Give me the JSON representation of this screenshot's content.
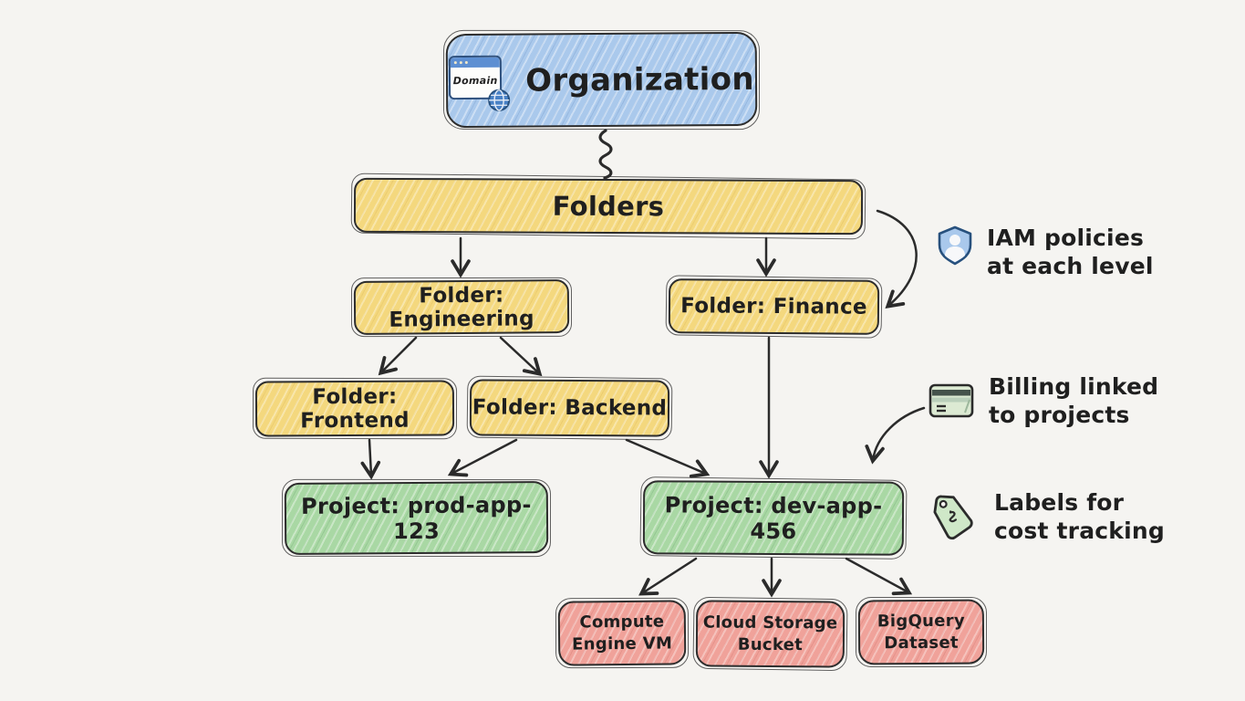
{
  "canvas": {
    "background": "#f5f4f1",
    "ink": "#2b2b2b",
    "colors": {
      "organization": "#aac9ec",
      "folder": "#f4d87e",
      "project": "#a9d8a4",
      "resource": "#f0a29a"
    }
  },
  "nodes": {
    "organization": {
      "label": "Organization",
      "icon": "domain-browser-icon",
      "icon_label": "Domain"
    },
    "folders": {
      "label": "Folders"
    },
    "folder_engineering": {
      "label": "Folder: Engineering"
    },
    "folder_finance": {
      "label": "Folder: Finance"
    },
    "folder_frontend": {
      "label": "Folder: Frontend"
    },
    "folder_backend": {
      "label": "Folder: Backend"
    },
    "project_prod": {
      "label": "Project: prod-app-123"
    },
    "project_dev": {
      "label": "Project: dev-app-456"
    },
    "compute_vm": {
      "line1": "Compute",
      "line2": "Engine VM"
    },
    "cloud_storage": {
      "line1": "Cloud Storage",
      "line2": "Bucket"
    },
    "bigquery": {
      "line1": "BigQuery",
      "line2": "Dataset"
    }
  },
  "annotations": {
    "iam": {
      "icon": "shield-user-icon",
      "line1": "IAM policies",
      "line2": "at each level"
    },
    "billing": {
      "icon": "credit-card-icon",
      "line1": "Billing linked",
      "line2": "to projects"
    },
    "labels": {
      "icon": "price-tag-icon",
      "line1": "Labels for",
      "line2": "cost tracking"
    }
  },
  "edges": [
    {
      "from": "organization",
      "to": "folders",
      "style": "squiggle"
    },
    {
      "from": "folders",
      "to": "folder_engineering",
      "style": "arrow"
    },
    {
      "from": "folders",
      "to": "folder_finance",
      "style": "arrow"
    },
    {
      "from": "folders",
      "to": "folder_finance",
      "style": "curved-arrow"
    },
    {
      "from": "folder_engineering",
      "to": "folder_frontend",
      "style": "arrow"
    },
    {
      "from": "folder_engineering",
      "to": "folder_backend",
      "style": "arrow"
    },
    {
      "from": "folder_frontend",
      "to": "project_prod",
      "style": "arrow"
    },
    {
      "from": "folder_backend",
      "to": "project_prod",
      "style": "arrow"
    },
    {
      "from": "folder_backend",
      "to": "project_dev",
      "style": "arrow"
    },
    {
      "from": "folder_finance",
      "to": "project_dev",
      "style": "arrow"
    },
    {
      "from": "project_dev",
      "to": "compute_vm",
      "style": "arrow"
    },
    {
      "from": "project_dev",
      "to": "cloud_storage",
      "style": "arrow"
    },
    {
      "from": "project_dev",
      "to": "bigquery",
      "style": "arrow"
    },
    {
      "from": "billing_annotation",
      "to": "project_dev",
      "style": "curved-arrow"
    }
  ]
}
